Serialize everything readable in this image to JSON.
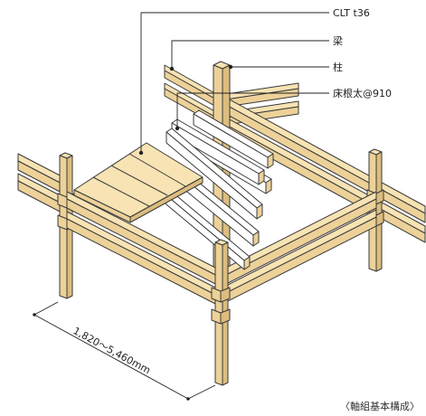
{
  "labels": {
    "clt": "CLT t36",
    "beam": "梁",
    "column": "柱",
    "joist": "床根太@910"
  },
  "dimension": "1,820～5,460mm",
  "caption": "〈軸組基本構成〉",
  "colors": {
    "wood_top": "#f7e3b3",
    "wood_side": "#ecd198",
    "wood_dark": "#dcbd7e",
    "joist_face": "#ffffff",
    "line": "#222222"
  }
}
